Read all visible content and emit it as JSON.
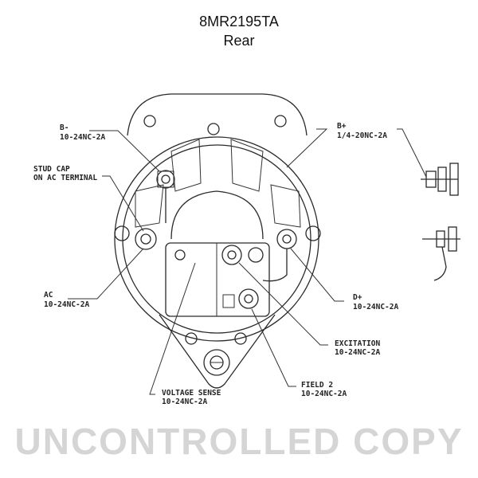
{
  "header": {
    "part_number": "8MR2195TA",
    "view": "Rear"
  },
  "labels": {
    "b_minus": {
      "name": "B-",
      "spec": "10-24NC-2A"
    },
    "b_plus": {
      "name": "B+",
      "spec": "1/4-20NC-2A"
    },
    "stud_cap": {
      "line1": "STUD CAP",
      "line2": "ON AC TERMINAL"
    },
    "ac": {
      "name": "AC",
      "spec": "10-24NC-2A"
    },
    "d_plus": {
      "name": "D+",
      "spec": "10-24NC-2A"
    },
    "excitation": {
      "name": "EXCITATION",
      "spec": "10-24NC-2A"
    },
    "field2": {
      "name": "FIELD 2",
      "spec": "10-24NC-2A"
    },
    "voltage_sense": {
      "name": "VOLTAGE SENSE",
      "spec": "10-24NC-2A"
    }
  },
  "watermark": "UNCONTROLLED COPY"
}
